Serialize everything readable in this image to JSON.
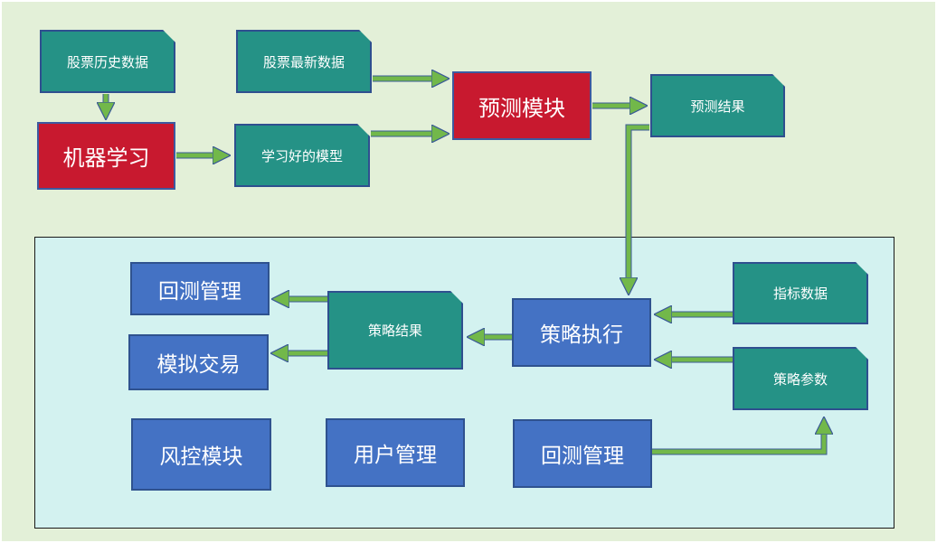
{
  "colors": {
    "background": "#e3f0d8",
    "panel": "#d3f2f0",
    "module_red": "#c8192f",
    "module_blue": "#4472c4",
    "data_teal": "#259286",
    "arrow": "#72b84a"
  },
  "nodes": {
    "stock_history": "股票历史数据",
    "stock_latest": "股票最新数据",
    "machine_learning": "机器学习",
    "trained_model": "学习好的模型",
    "prediction_module": "预测模块",
    "prediction_result": "预测结果",
    "backtest_mgmt_top": "回测管理",
    "simulated_trading": "模拟交易",
    "strategy_result": "策略结果",
    "strategy_execution": "策略执行",
    "indicator_data": "指标数据",
    "strategy_params": "策略参数",
    "risk_control": "风控模块",
    "user_mgmt": "用户管理",
    "backtest_mgmt_bottom": "回测管理"
  }
}
